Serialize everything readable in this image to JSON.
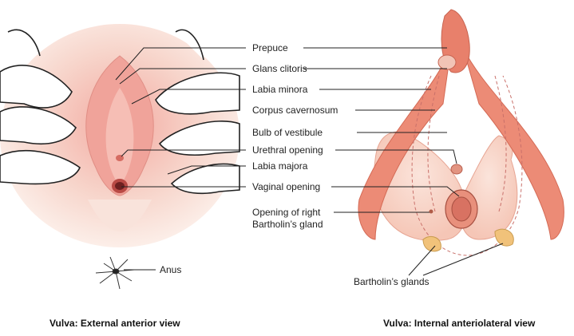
{
  "labels": {
    "prepuce": "Prepuce",
    "glans_clitoris": "Glans clitoris",
    "labia_minora": "Labia minora",
    "corpus_cavernosum": "Corpus cavernosum",
    "bulb_of_vestibule": "Bulb of vestibule",
    "urethral_opening": "Urethral opening",
    "labia_majora": "Labia majora",
    "vaginal_opening": "Vaginal opening",
    "opening_right_bartholin_line1": "Opening of right",
    "opening_right_bartholin_line2": "Bartholin’s gland",
    "anus": "Anus",
    "bartholins_glands": "Bartholin’s glands"
  },
  "captions": {
    "left": "Vulva: External anterior view",
    "right": "Vulva: Internal anteriolateral view"
  },
  "colors": {
    "skin": "#f7d9cc",
    "tissue": "#f4b8a8",
    "erectile": "#e8806b",
    "gland": "#f1c27a",
    "outline": "#222222"
  }
}
